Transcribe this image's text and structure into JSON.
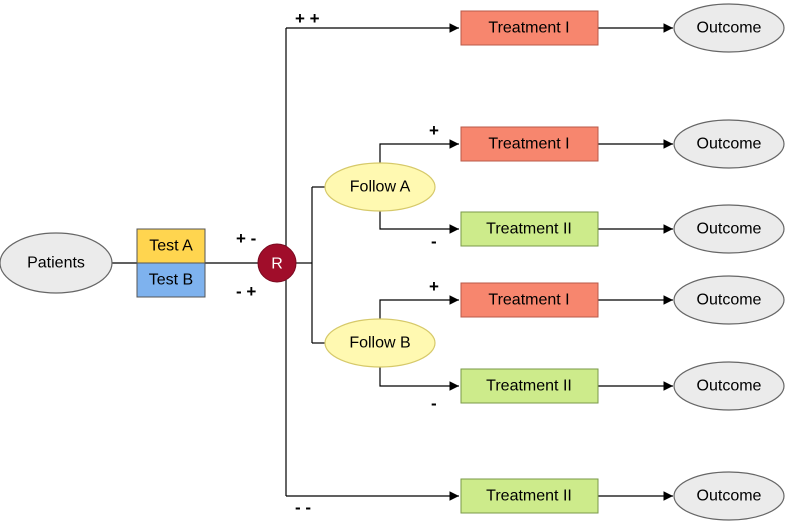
{
  "nodes": {
    "patients": "Patients",
    "test_a": "Test A",
    "test_b": "Test B",
    "randomize": "R",
    "follow_a": "Follow A",
    "follow_b": "Follow B",
    "treatment_1": "Treatment I",
    "treatment_2": "Treatment II",
    "outcome": "Outcome"
  },
  "signs": {
    "plus_plus": "+ +",
    "plus_minus": "+ -",
    "minus_plus": "- +",
    "minus_minus": "- -",
    "plus": "+",
    "minus": "-"
  },
  "colors": {
    "outcome_fill": "#ebebeb",
    "outcome_stroke": "#666666",
    "test_a_fill": "#ffd54f",
    "test_b_fill": "#7eb2ee",
    "randomize_fill": "#a00d2a",
    "follow_fill": "#fff9b1",
    "follow_stroke": "#d6c96a",
    "treatment_1_fill": "#f7866e",
    "treatment_1_stroke": "#b85a48",
    "treatment_2_fill": "#cdeb8b",
    "treatment_2_stroke": "#7a9a4a"
  }
}
